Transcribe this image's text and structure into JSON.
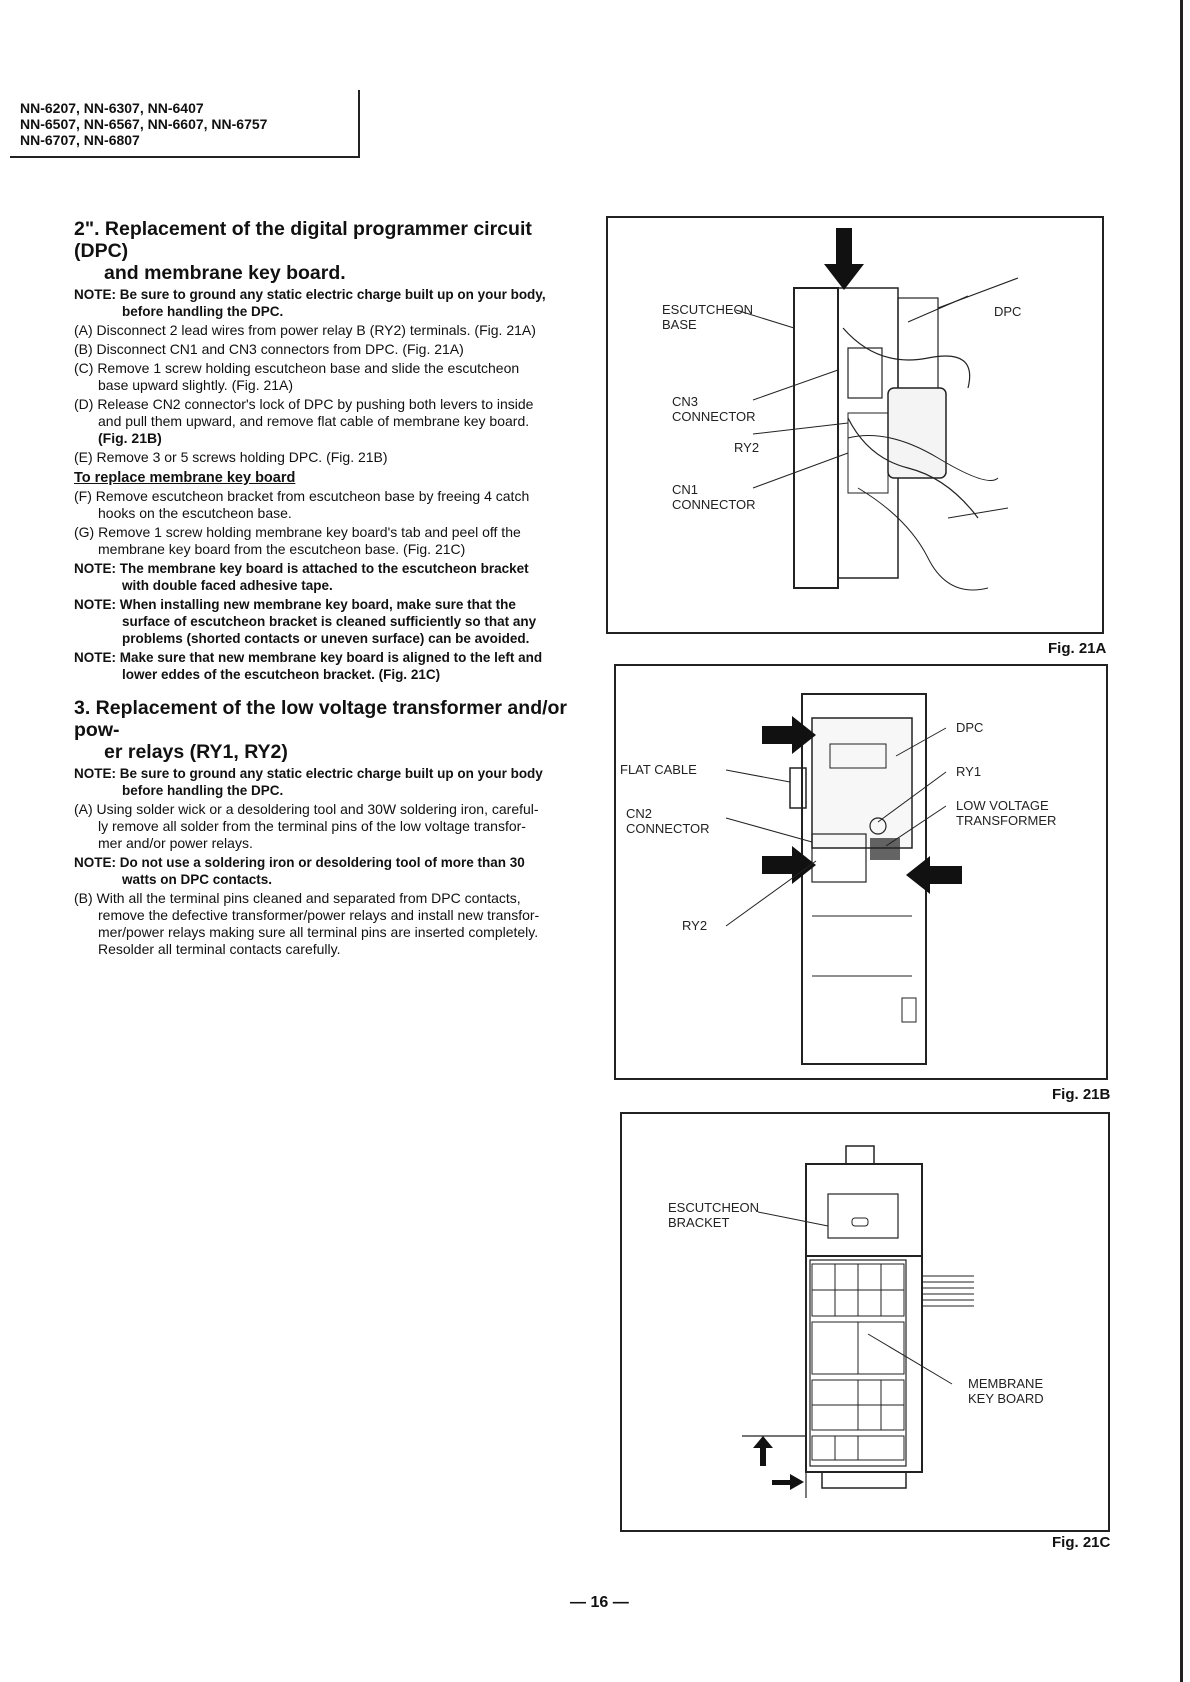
{
  "header": {
    "models": [
      "NN-6207, NN-6307, NN-6407",
      "NN-6507, NN-6567, NN-6607, NN-6757",
      "NN-6707, NN-6807"
    ]
  },
  "section2": {
    "title_line1": "2\". Replacement of the digital programmer circuit (DPC)",
    "title_line2": "and membrane key board.",
    "note1_line1": "NOTE: Be sure to ground any static electric charge built up on your body,",
    "note1_line2": "before handling the DPC.",
    "steps": {
      "A": "(A) Disconnect 2 lead wires from power relay B (RY2) terminals. (Fig. 21A)",
      "B": "(B) Disconnect CN1 and CN3 connectors from DPC. (Fig. 21A)",
      "C1": "(C) Remove 1 screw holding escutcheon base and slide the escutcheon",
      "C2": "base upward slightly. (Fig. 21A)",
      "D1": "(D) Release CN2 connector's lock of DPC by pushing both levers to inside",
      "D2": "and pull them upward, and remove flat cable of membrane key board.",
      "D3": "(Fig. 21B)",
      "E": "(E) Remove 3 or 5 screws holding DPC. (Fig. 21B)"
    },
    "sub_heading": "To replace membrane key board",
    "steps2": {
      "F1": "(F) Remove escutcheon bracket from escutcheon base by freeing 4 catch",
      "F2": "hooks on the escutcheon base.",
      "G1": "(G) Remove 1 screw holding membrane key board's tab and peel off the",
      "G2": "membrane key board from the escutcheon base. (Fig. 21C)"
    },
    "note2_line1": "NOTE: The membrane key board is attached to the escutcheon bracket",
    "note2_line2": "with double faced adhesive tape.",
    "note3_line1": "NOTE: When installing new membrane key board, make sure that the",
    "note3_line2": "surface of escutcheon bracket is cleaned sufficiently so that any",
    "note3_line3": "problems (shorted contacts or uneven surface) can be avoided.",
    "note4_line1": "NOTE: Make sure that new membrane key board is aligned to the left and",
    "note4_line2": "lower eddes of the escutcheon bracket. (Fig. 21C)"
  },
  "section3": {
    "title_line1": "3. Replacement of the low voltage transformer and/or pow-",
    "title_line2": "er relays (RY1, RY2)",
    "note1_line1": "NOTE: Be sure to ground any static electric charge built up on your body",
    "note1_line2": "before handling the DPC.",
    "A1": "(A) Using solder wick or a desoldering tool and 30W soldering iron, careful-",
    "A2": "ly remove all solder from the terminal pins of the low voltage transfor-",
    "A3": "mer and/or power relays.",
    "note2_line1": "NOTE: Do not use a soldering iron or desoldering tool of more than 30",
    "note2_line2": "watts on DPC contacts.",
    "B1": "(B) With all the terminal pins cleaned and separated from DPC contacts,",
    "B2": "remove the defective transformer/power relays and install new transfor-",
    "B3": "mer/power relays making sure all terminal pins are inserted completely.",
    "B4": "Resolder all terminal contacts carefully."
  },
  "figures": {
    "fig21a": {
      "caption": "Fig. 21A",
      "labels": {
        "escutcheon_base": "ESCUTCHEON\nBASE",
        "dpc": "DPC",
        "cn3": "CN3\nCONNECTOR",
        "ry2": "RY2",
        "cn1": "CN1\nCONNECTOR"
      }
    },
    "fig21b": {
      "caption": "Fig. 21B",
      "labels": {
        "dpc": "DPC",
        "flat_cable": "FLAT CABLE",
        "ry1": "RY1",
        "cn2": "CN2\nCONNECTOR",
        "low_voltage": "LOW VOLTAGE\nTRANSFORMER",
        "ry2": "RY2"
      }
    },
    "fig21c": {
      "caption": "Fig. 21C",
      "labels": {
        "escutcheon_bracket": "ESCUTCHEON\nBRACKET",
        "membrane": "MEMBRANE\nKEY BOARD"
      }
    }
  },
  "footer": {
    "page_number": "— 16 —"
  }
}
